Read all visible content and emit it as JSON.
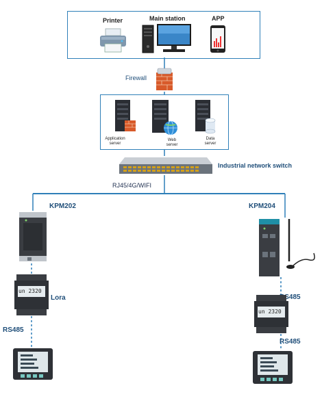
{
  "top_panel": {
    "printer_label": "Printer",
    "main_station_label": "Main station",
    "app_label": "APP"
  },
  "firewall_label": "Firewall",
  "server_panel": {
    "application_server_label": "Application\nserver",
    "web_server_label": "Web\nserver",
    "data_server_label": "Data\nserver"
  },
  "switch_label": "Industrial network switch",
  "link_label": "RJ45/4G/WIFI",
  "left_branch": {
    "gateway_label": "KPM202",
    "link_label": "Lora",
    "bus_label": "RS485"
  },
  "right_branch": {
    "gateway_label": "KPM204",
    "bus_label_1": "RS485",
    "bus_label_2": "RS485"
  },
  "meter_display_text": "un 2320",
  "colors": {
    "border": "#2e7fb8",
    "line": "#2e7fb8",
    "label_blue": "#1f4e79"
  }
}
